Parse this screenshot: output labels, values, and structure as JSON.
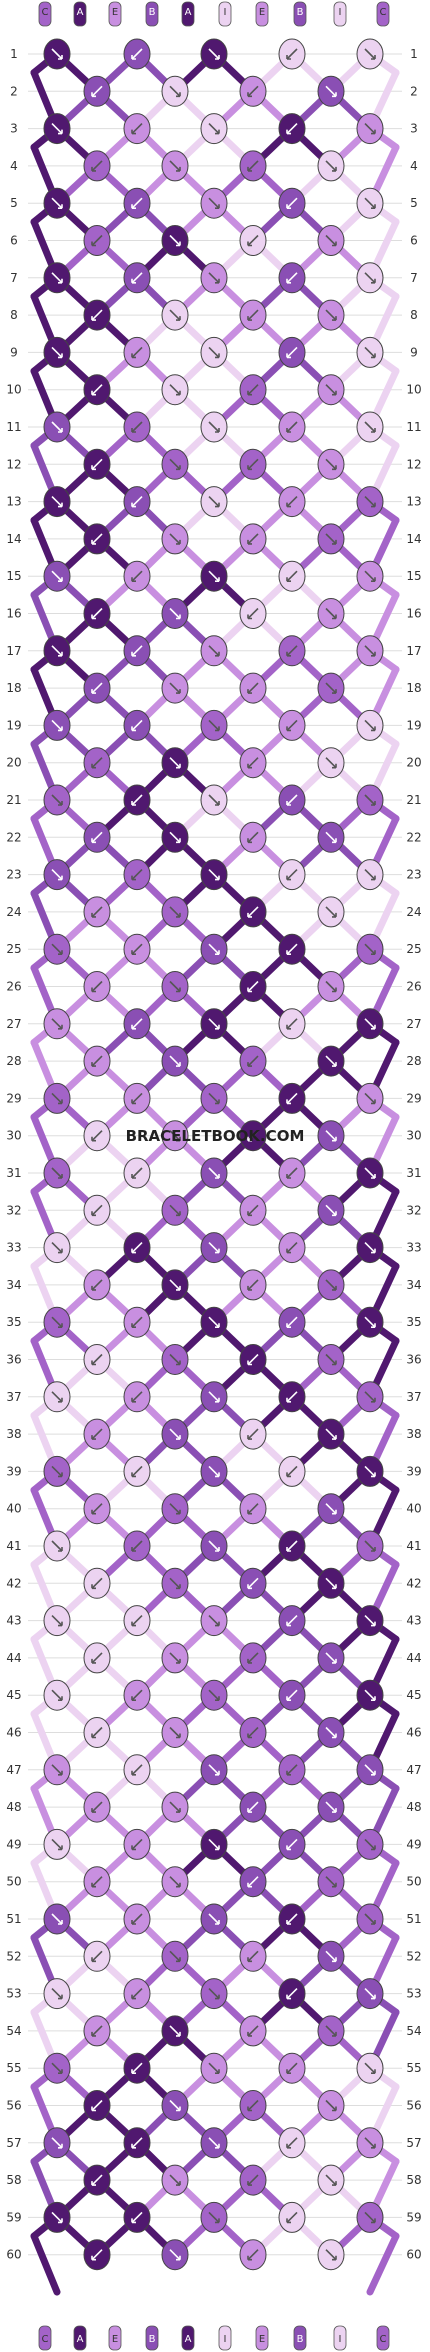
{
  "watermark": "BRACELETBOOK.COM",
  "strings": [
    "C",
    "A",
    "E",
    "B",
    "A",
    "I",
    "E",
    "B",
    "I",
    "C"
  ],
  "row_count": 60,
  "colors": {
    "A": "#50186f",
    "B": "#8a4fb4",
    "C": "#a363c8",
    "E": "#c88fe0",
    "I": "#ecd3f1"
  },
  "knot_rows": [
    [
      "A",
      "B",
      "A",
      "I",
      "I"
    ],
    [
      "B",
      "I",
      "E",
      "B"
    ],
    [
      "A",
      "E",
      "I",
      "A",
      "E"
    ],
    [
      "C",
      "E",
      "C",
      "I"
    ],
    [
      "A",
      "B",
      "E",
      "B",
      "I"
    ],
    [
      "C",
      "A",
      "I",
      "E"
    ],
    [
      "A",
      "B",
      "E",
      "B",
      "I"
    ],
    [
      "A",
      "I",
      "E",
      "E"
    ],
    [
      "A",
      "E",
      "I",
      "B",
      "I"
    ],
    [
      "A",
      "I",
      "C",
      "E"
    ],
    [
      "B",
      "C",
      "I",
      "E",
      "I"
    ],
    [
      "A",
      "C",
      "C",
      "E"
    ],
    [
      "A",
      "B",
      "I",
      "E",
      "C"
    ],
    [
      "A",
      "E",
      "E",
      "C"
    ],
    [
      "B",
      "E",
      "A",
      "I",
      "E"
    ],
    [
      "A",
      "B",
      "I",
      "E"
    ],
    [
      "A",
      "B",
      "E",
      "C",
      "E"
    ],
    [
      "B",
      "E",
      "E",
      "C"
    ],
    [
      "B",
      "B",
      "C",
      "E",
      "I"
    ],
    [
      "C",
      "A",
      "E",
      "I"
    ],
    [
      "C",
      "A",
      "I",
      "B",
      "C"
    ],
    [
      "B",
      "A",
      "E",
      "B"
    ],
    [
      "B",
      "C",
      "A",
      "I",
      "I"
    ],
    [
      "E",
      "C",
      "A",
      "I"
    ],
    [
      "C",
      "E",
      "B",
      "A",
      "C"
    ],
    [
      "E",
      "C",
      "A",
      "E"
    ],
    [
      "E",
      "B",
      "A",
      "I",
      "A"
    ],
    [
      "E",
      "B",
      "C",
      "A"
    ],
    [
      "C",
      "E",
      "C",
      "A",
      "E"
    ],
    [
      "I",
      "E",
      "A",
      "B"
    ],
    [
      "C",
      "I",
      "B",
      "E",
      "A"
    ],
    [
      "I",
      "C",
      "E",
      "B"
    ],
    [
      "I",
      "A",
      "B",
      "E",
      "A"
    ],
    [
      "E",
      "A",
      "E",
      "C"
    ],
    [
      "C",
      "E",
      "A",
      "B",
      "A"
    ],
    [
      "I",
      "C",
      "A",
      "C"
    ],
    [
      "I",
      "E",
      "B",
      "A",
      "C"
    ],
    [
      "E",
      "B",
      "I",
      "A"
    ],
    [
      "C",
      "I",
      "B",
      "I",
      "A"
    ],
    [
      "E",
      "C",
      "E",
      "B"
    ],
    [
      "I",
      "C",
      "B",
      "A",
      "C"
    ],
    [
      "I",
      "C",
      "B",
      "A"
    ],
    [
      "I",
      "I",
      "E",
      "B",
      "A"
    ],
    [
      "I",
      "E",
      "C",
      "B"
    ],
    [
      "I",
      "E",
      "C",
      "B",
      "A"
    ],
    [
      "I",
      "E",
      "C",
      "B"
    ],
    [
      "E",
      "I",
      "B",
      "C",
      "B"
    ],
    [
      "E",
      "E",
      "B",
      "B"
    ],
    [
      "I",
      "E",
      "A",
      "B",
      "C"
    ],
    [
      "E",
      "E",
      "B",
      "C"
    ],
    [
      "B",
      "E",
      "B",
      "A",
      "C"
    ],
    [
      "I",
      "C",
      "E",
      "B"
    ],
    [
      "I",
      "E",
      "C",
      "A",
      "B"
    ],
    [
      "E",
      "A",
      "E",
      "C"
    ],
    [
      "C",
      "A",
      "E",
      "E",
      "I"
    ],
    [
      "A",
      "B",
      "C",
      "E"
    ],
    [
      "B",
      "A",
      "B",
      "I",
      "E"
    ],
    [
      "A",
      "E",
      "C",
      "I"
    ],
    [
      "A",
      "A",
      "C",
      "I",
      "C"
    ],
    [
      "A",
      "B",
      "E",
      "I"
    ]
  ]
}
